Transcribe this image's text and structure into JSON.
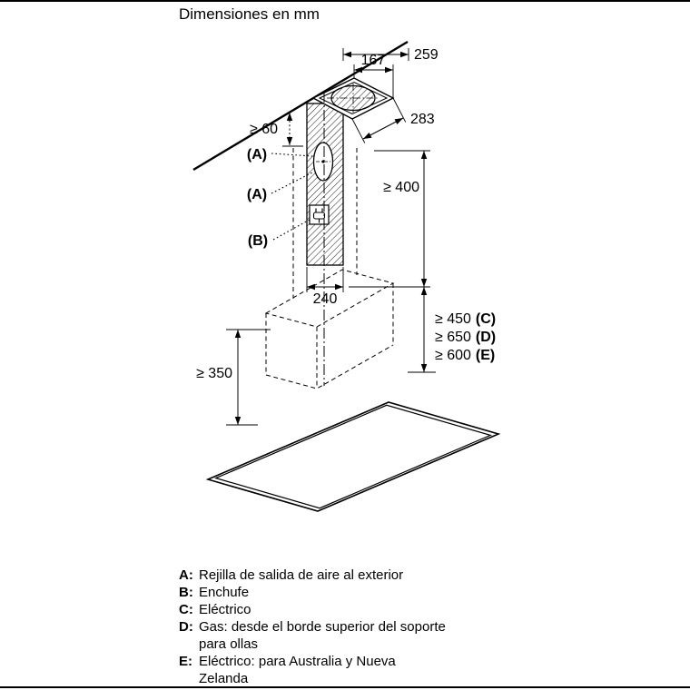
{
  "page": {
    "title": "Dimensiones en mm"
  },
  "dimensions": {
    "top_width_outer": "259",
    "top_width_inner": "167",
    "top_depth": "283",
    "wall_clearance": "≥ 60",
    "chimney_height": "≥ 400",
    "duct_width": "240",
    "clearance_electric": "≥ 450",
    "clearance_electric_ref": "(C)",
    "clearance_gas": "≥ 650",
    "clearance_gas_ref": "(D)",
    "clearance_aus": "≥ 600",
    "clearance_aus_ref": "(E)",
    "hood_height": "≥ 350"
  },
  "callouts": {
    "outlet_top": "(A)",
    "outlet_rear": "(A)",
    "socket": "(B)"
  },
  "legend": {
    "items": [
      {
        "key": "A:",
        "line1": "Rejilla de salida de aire al exterior",
        "line2": ""
      },
      {
        "key": "B:",
        "line1": "Enchufe",
        "line2": ""
      },
      {
        "key": "C:",
        "line1": "Eléctrico",
        "line2": ""
      },
      {
        "key": "D:",
        "line1": "Gas: desde el borde superior del soporte",
        "line2": "para ollas"
      },
      {
        "key": "E:",
        "line1": "Eléctrico: para Australia y Nueva",
        "line2": "Zelanda"
      }
    ]
  },
  "colors": {
    "line": "#000000",
    "background": "#ffffff"
  }
}
